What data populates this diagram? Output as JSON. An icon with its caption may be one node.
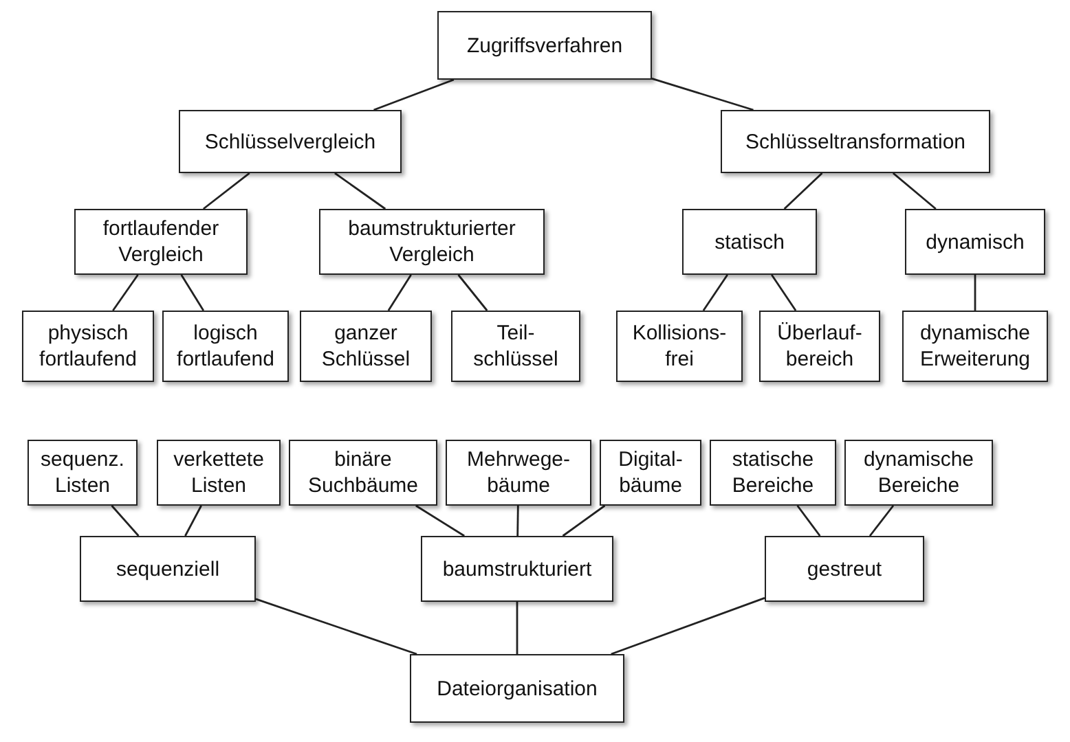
{
  "diagram": {
    "nodes": [
      {
        "text": [
          "Zugriffsverfahren"
        ]
      },
      {
        "text": [
          "Schlüsselvergleich"
        ]
      },
      {
        "text": [
          "Schlüsseltransformation"
        ]
      },
      {
        "text": [
          "fortlaufender Vergleich"
        ]
      },
      {
        "text": [
          "baumstrukturierter Vergleich"
        ]
      },
      {
        "text": [
          "statisch"
        ]
      },
      {
        "text": [
          "dynamisch"
        ]
      },
      {
        "text": [
          "physisch fortlaufend"
        ]
      },
      {
        "text": [
          "logisch fortlaufend"
        ]
      },
      {
        "text": [
          "ganzer Schlüssel"
        ]
      },
      {
        "text": [
          "Teil- schlüssel"
        ]
      },
      {
        "text": [
          "Kollisions- frei"
        ]
      },
      {
        "text": [
          "Überlauf- bereich"
        ]
      },
      {
        "text": [
          "dynamische Erweiterung"
        ]
      },
      {
        "text": [
          "sequenz. Listen"
        ]
      },
      {
        "text": [
          "verkettete Listen"
        ]
      },
      {
        "text": [
          "binäre Suchbäume"
        ]
      },
      {
        "text": [
          "Mehrwege- bäume"
        ]
      },
      {
        "text": [
          "Digital- bäume"
        ]
      },
      {
        "text": [
          "statische Bereiche"
        ]
      },
      {
        "text": [
          "dynamische Bereiche"
        ]
      },
      {
        "text": [
          "sequenziell"
        ]
      },
      {
        "text": [
          "baumstrukturiert"
        ]
      },
      {
        "text": [
          "gestreut"
        ]
      },
      {
        "text": [
          "Dateiorganisation"
        ]
      }
    ],
    "edges": [
      {
        "from": 0,
        "to": 1,
        "arrow": "none"
      },
      {
        "from": 0,
        "to": 2,
        "arrow": "none"
      },
      {
        "from": 1,
        "to": 3,
        "arrow": "none"
      },
      {
        "from": 1,
        "to": 4,
        "arrow": "none"
      },
      {
        "from": 2,
        "to": 5,
        "arrow": "none"
      },
      {
        "from": 2,
        "to": 6,
        "arrow": "none"
      },
      {
        "from": 3,
        "to": 7,
        "arrow": "none"
      },
      {
        "from": 3,
        "to": 8,
        "arrow": "none"
      },
      {
        "from": 4,
        "to": 9,
        "arrow": "none"
      },
      {
        "from": 4,
        "to": 10,
        "arrow": "none"
      },
      {
        "from": 5,
        "to": 11,
        "arrow": "none"
      },
      {
        "from": 5,
        "to": 12,
        "arrow": "none"
      },
      {
        "from": 6,
        "to": 13,
        "arrow": "none"
      },
      {
        "from": 14,
        "to": 21,
        "arrow": "none"
      },
      {
        "from": 15,
        "to": 21,
        "arrow": "none"
      },
      {
        "from": 16,
        "to": 22,
        "arrow": "none"
      },
      {
        "from": 17,
        "to": 22,
        "arrow": "none"
      },
      {
        "from": 18,
        "to": 22,
        "arrow": "none"
      },
      {
        "from": 19,
        "to": 23,
        "arrow": "none"
      },
      {
        "from": 20,
        "to": 23,
        "arrow": "none"
      },
      {
        "from": 21,
        "to": 24,
        "arrow": "none"
      },
      {
        "from": 22,
        "to": 24,
        "arrow": "none"
      },
      {
        "from": 23,
        "to": 24,
        "arrow": "none"
      }
    ]
  }
}
